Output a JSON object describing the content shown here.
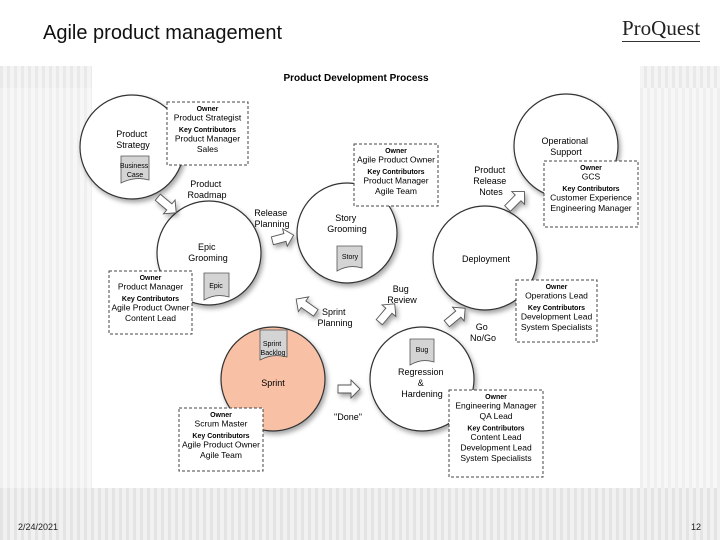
{
  "slide": {
    "title": "Agile product management",
    "logo": "ProQuest",
    "date": "2/24/2021",
    "page_number": "12"
  },
  "diagram": {
    "title": "Product Development Process",
    "circles": {
      "product_strategy": {
        "label": [
          "Product",
          "Strategy"
        ],
        "doc": [
          "Business",
          "Case"
        ]
      },
      "epic_grooming": {
        "label": [
          "Epic",
          "Grooming"
        ],
        "doc": [
          "Epic"
        ]
      },
      "story_grooming": {
        "label": [
          "Story",
          "Grooming"
        ],
        "doc": [
          "Story"
        ]
      },
      "sprint": {
        "label": [
          "Sprint"
        ],
        "doc": [
          "Sprint",
          "Backlog"
        ]
      },
      "regression_hardening": {
        "label": [
          "Regression",
          "&",
          "Hardening"
        ],
        "doc": [
          "Bug"
        ]
      },
      "deployment": {
        "label": [
          "Deployment"
        ]
      },
      "operational_support": {
        "label": [
          "Operational",
          "Support"
        ]
      }
    },
    "transitions": {
      "product_roadmap": [
        "Product",
        "Roadmap"
      ],
      "release_planning": [
        "Release",
        "Planning"
      ],
      "sprint_planning": [
        "Sprint",
        "Planning"
      ],
      "bug_review": [
        "Bug",
        "Review"
      ],
      "done": [
        "\"Done\""
      ],
      "go_nogo": [
        "Go",
        "No/Go"
      ],
      "release_notes": [
        "Product",
        "Release",
        "Notes"
      ]
    },
    "owner_boxes": {
      "product_strategy": {
        "owner_heading": "Owner",
        "owner": [
          "Product Strategist"
        ],
        "contributors_heading": "Key Contributors",
        "contributors": [
          "Product Manager",
          "Sales"
        ]
      },
      "story_grooming": {
        "owner_heading": "Owner",
        "owner": [
          "Agile Product Owner"
        ],
        "contributors_heading": "Key Contributors",
        "contributors": [
          "Product Manager",
          "Agile Team"
        ]
      },
      "operational_support": {
        "owner_heading": "Owner",
        "owner": [
          "GCS"
        ],
        "contributors_heading": "Key Contributors",
        "contributors": [
          "Customer Experience",
          "Engineering Manager"
        ]
      },
      "epic_grooming": {
        "owner_heading": "Owner",
        "owner": [
          "Product Manager"
        ],
        "contributors_heading": "Key Contributors",
        "contributors": [
          "Agile Product Owner",
          "Content Lead"
        ]
      },
      "deployment": {
        "owner_heading": "Owner",
        "owner": [
          "Operations Lead"
        ],
        "contributors_heading": "Key Contributors",
        "contributors": [
          "Development Lead",
          "System Specialists"
        ]
      },
      "sprint": {
        "owner_heading": "Owner",
        "owner": [
          "Scrum Master"
        ],
        "contributors_heading": "Key Contributors",
        "contributors": [
          "Agile Product Owner",
          "Agile Team"
        ]
      },
      "regression_hardening": {
        "owner_heading": "Owner",
        "owner": [
          "Engineering Manager",
          "QA Lead"
        ],
        "contributors_heading": "Key Contributors",
        "contributors": [
          "Content Lead",
          "Development Lead",
          "System Specialists"
        ]
      }
    },
    "colors": {
      "sprint_fill": "#f8c1a6",
      "circle_fill": "#ffffff",
      "stroke": "#333333",
      "doc_fill": "#d4d4d4"
    }
  }
}
